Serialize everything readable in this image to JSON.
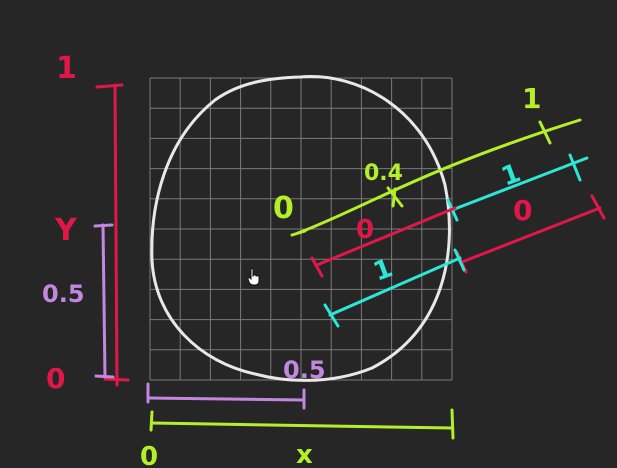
{
  "canvas": {
    "background": "#262626"
  },
  "colors": {
    "red": "#e0184a",
    "purple": "#c387e0",
    "lime": "#b4f02a",
    "cyan": "#2ee6d6",
    "white": "#e8e8e8",
    "grid": "#7a7a7a"
  },
  "labels": {
    "y_top": "1",
    "y_axis": "Y",
    "y_zero": "0",
    "y_half": "0.5",
    "x_zero": "0",
    "x_axis": "x",
    "x_half": "0.5",
    "lime_origin": "0",
    "lime_mid": "0.4",
    "lime_end": "1",
    "cyan_end": "1",
    "red_origin": "0",
    "red_right": "0",
    "cyan_origin": "1"
  },
  "icons": {
    "cursor": "hand-cursor-icon"
  }
}
